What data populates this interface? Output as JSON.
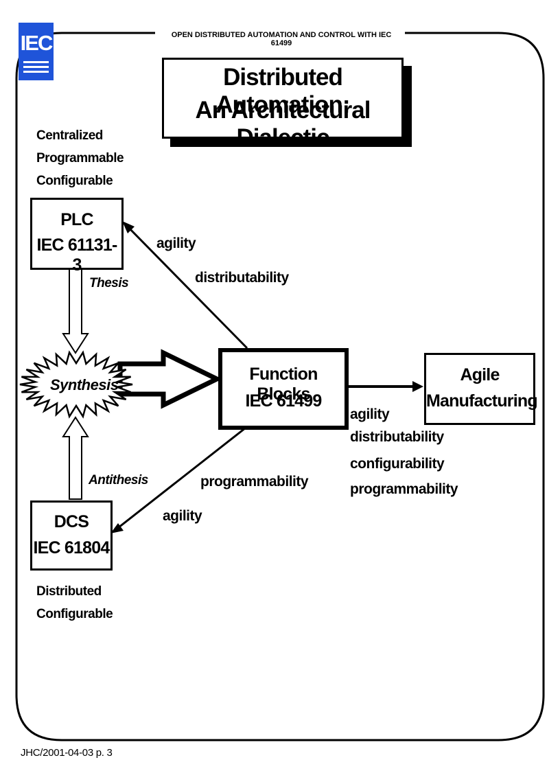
{
  "header": {
    "title": "OPEN DISTRIBUTED AUTOMATION AND CONTROL WITH IEC 61499",
    "logo_text": "IEC",
    "logo_color": "#1f54d9"
  },
  "title": {
    "line1": "Distributed Automation:",
    "line2": "An Architectural Dialectic"
  },
  "plc": {
    "attributes": [
      "Centralized",
      "Programmable",
      "Configurable"
    ],
    "line1": "PLC",
    "line2": "IEC 61131-3",
    "role": "Thesis"
  },
  "dcs": {
    "attributes": [
      "Distributed",
      "Configurable"
    ],
    "line1": "DCS",
    "line2": "IEC 61804",
    "role": "Antithesis"
  },
  "synthesis": "Synthesis",
  "function_blocks": {
    "line1": "Function Blocks",
    "line2": "IEC 61499"
  },
  "agile": {
    "line1": "Agile",
    "line2": "Manufacturing"
  },
  "edges": {
    "to_plc": [
      "agility",
      "distributability"
    ],
    "to_dcs": [
      "programmability",
      "agility"
    ],
    "to_agile": [
      "agility",
      "distributability",
      "configurability",
      "programmability"
    ]
  },
  "footer": "JHC/2001-04-03 p. 3"
}
